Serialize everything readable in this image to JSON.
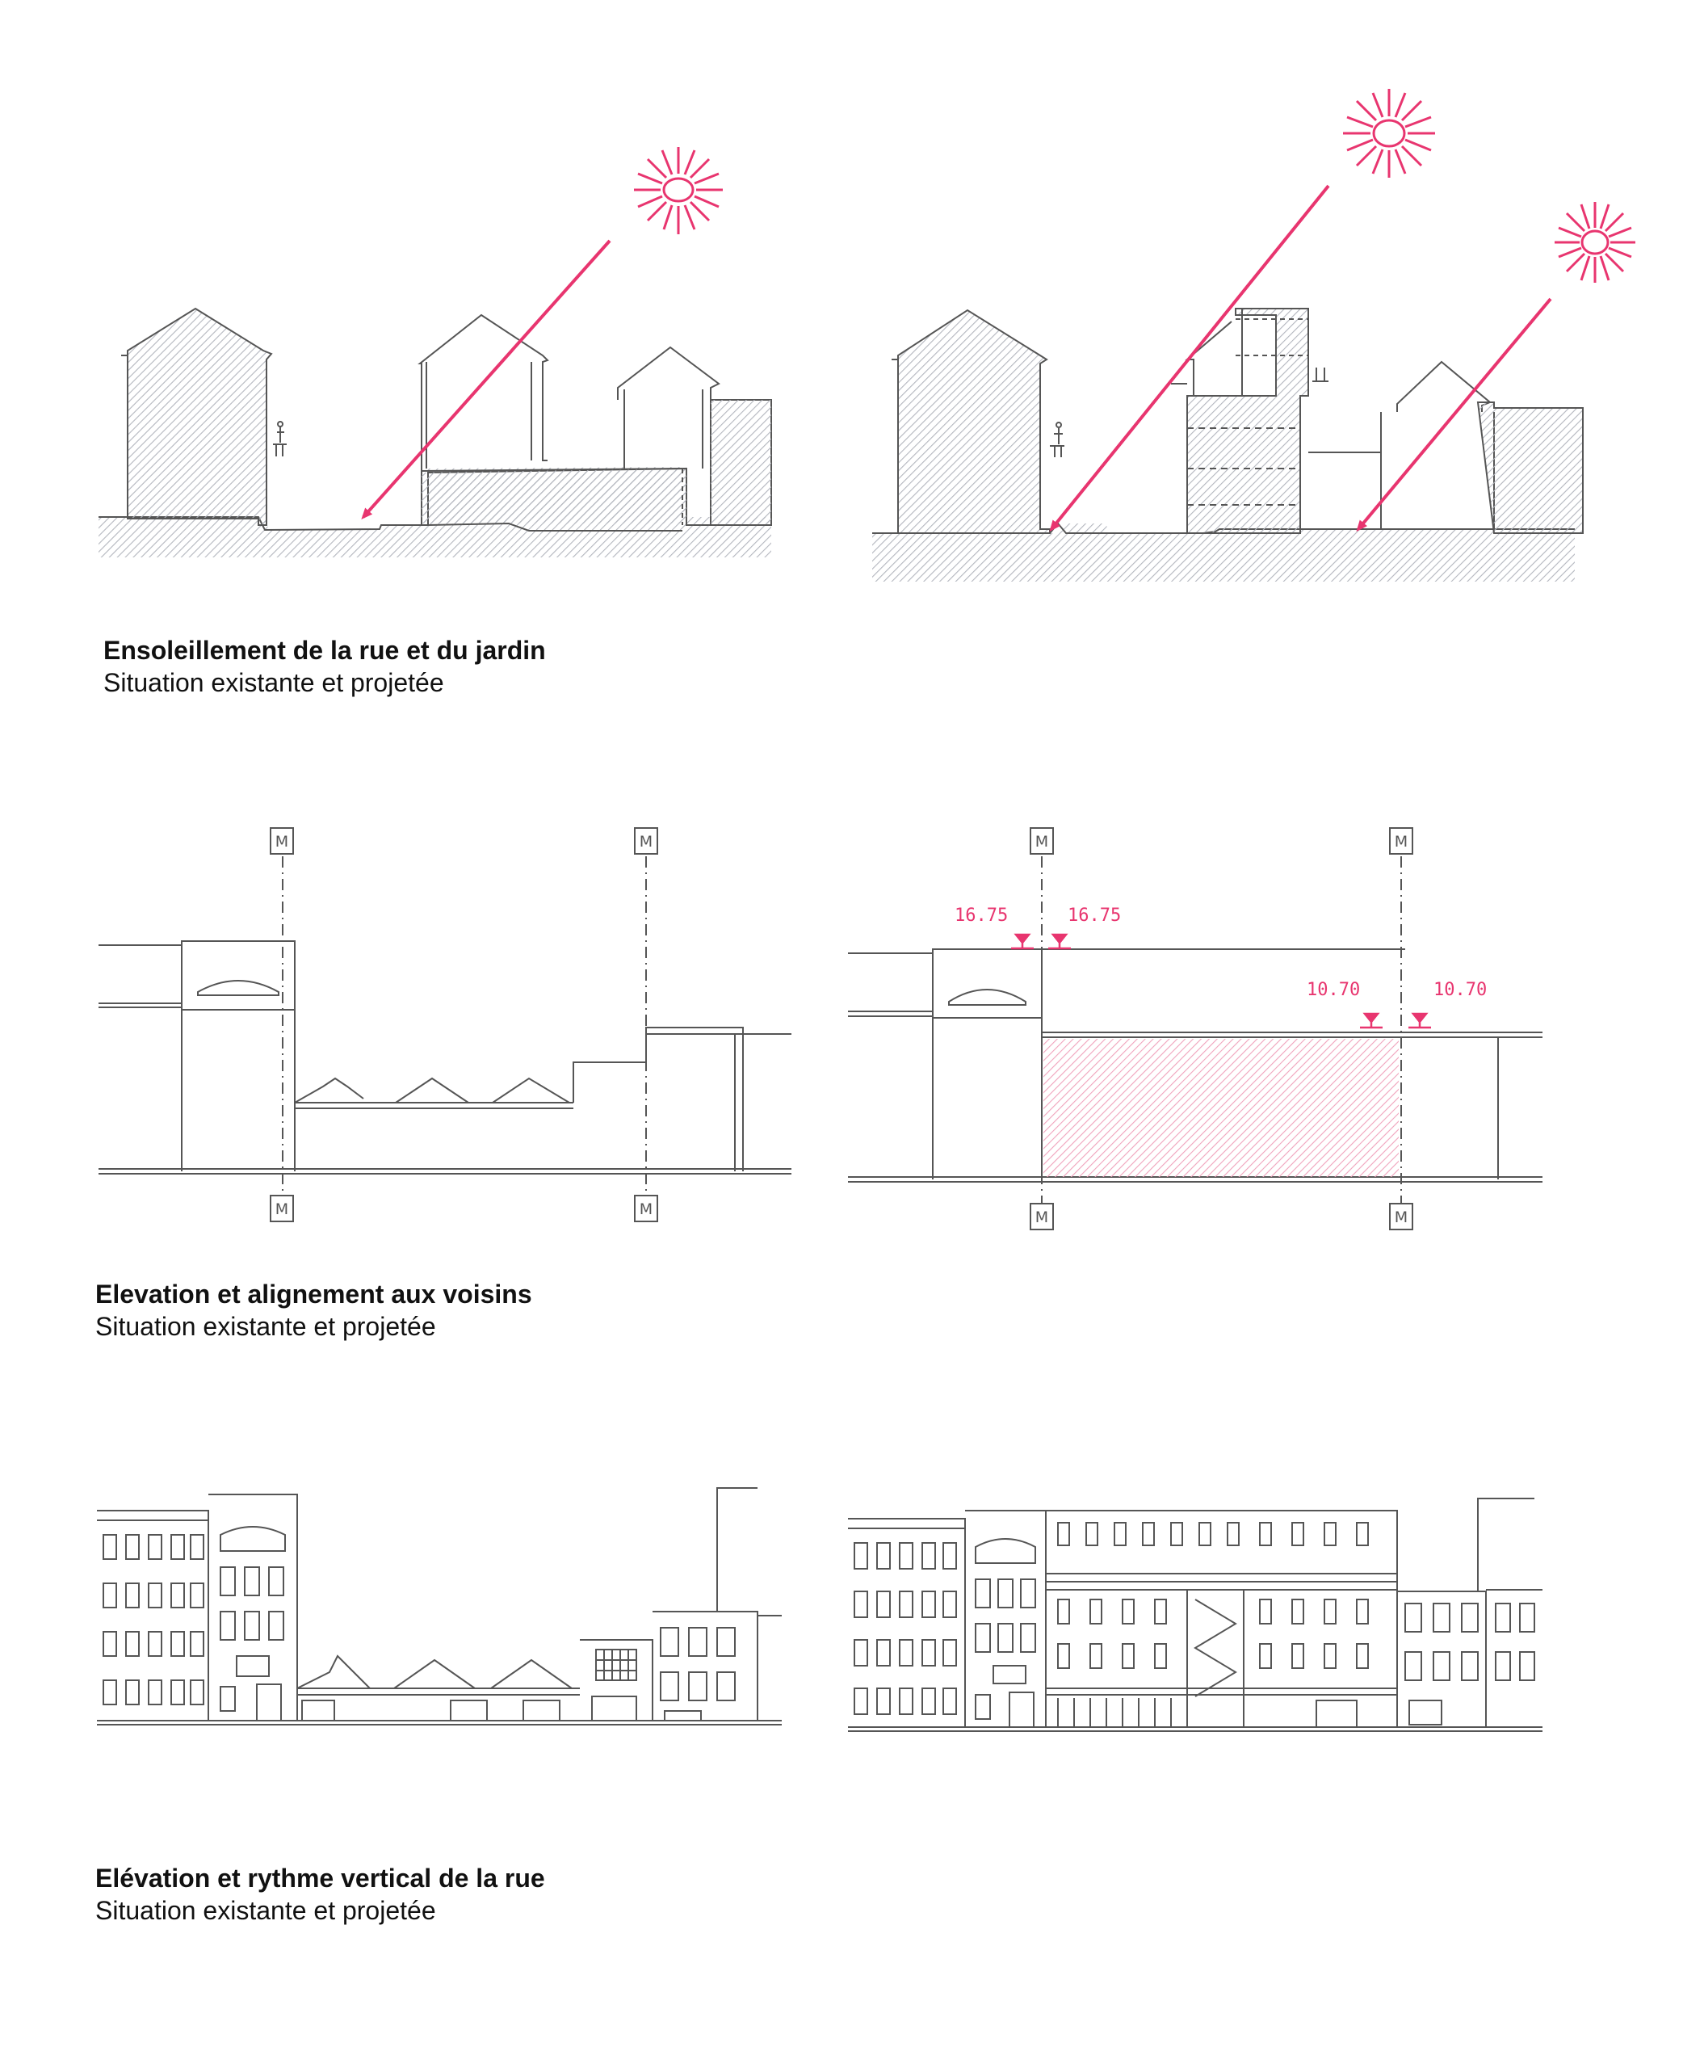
{
  "sections": [
    {
      "title": "Ensoleillement de la rue et du jardin",
      "subtitle": "Situation existante et projetée"
    },
    {
      "title": "Elevation et alignement aux voisins",
      "subtitle": "Situation existante et projetée"
    },
    {
      "title": "Elévation et rythme vertical de la rue",
      "subtitle": "Situation existante et projetée"
    }
  ],
  "marker_label": "M",
  "levels": {
    "left_a": "16.75",
    "left_b": "16.75",
    "right_a": "10.70",
    "right_b": "10.70"
  },
  "colors": {
    "accent": "#e8356f",
    "ink": "#555555",
    "hatch": "#b9bcc3",
    "pink_hatch": "#f0a3bc"
  }
}
